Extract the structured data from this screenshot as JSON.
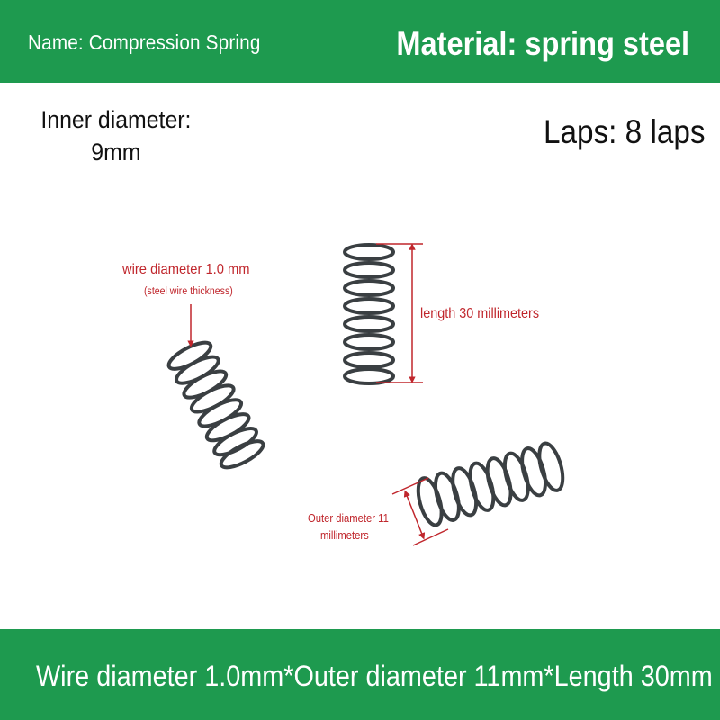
{
  "header": {
    "name": "Name: Compression Spring",
    "material": "Material: spring steel"
  },
  "specs": {
    "inner_diameter_label": "Inner diameter:",
    "inner_diameter_value": "9mm",
    "laps": "Laps: 8 laps"
  },
  "annotations": {
    "wire_diameter": "wire diameter 1.0 mm",
    "wire_note": "(steel wire thickness)",
    "length": "length 30 millimeters",
    "outer_diameter_line1": "Outer diameter 11",
    "outer_diameter_line2": "millimeters"
  },
  "footer": {
    "spec_line": "Wire diameter 1.0mm*Outer diameter 11mm*Length 30mm"
  },
  "colors": {
    "band_green": "#1e9a4f",
    "annotation_red": "#c0262c",
    "spring_steel": "#3a3f42"
  }
}
